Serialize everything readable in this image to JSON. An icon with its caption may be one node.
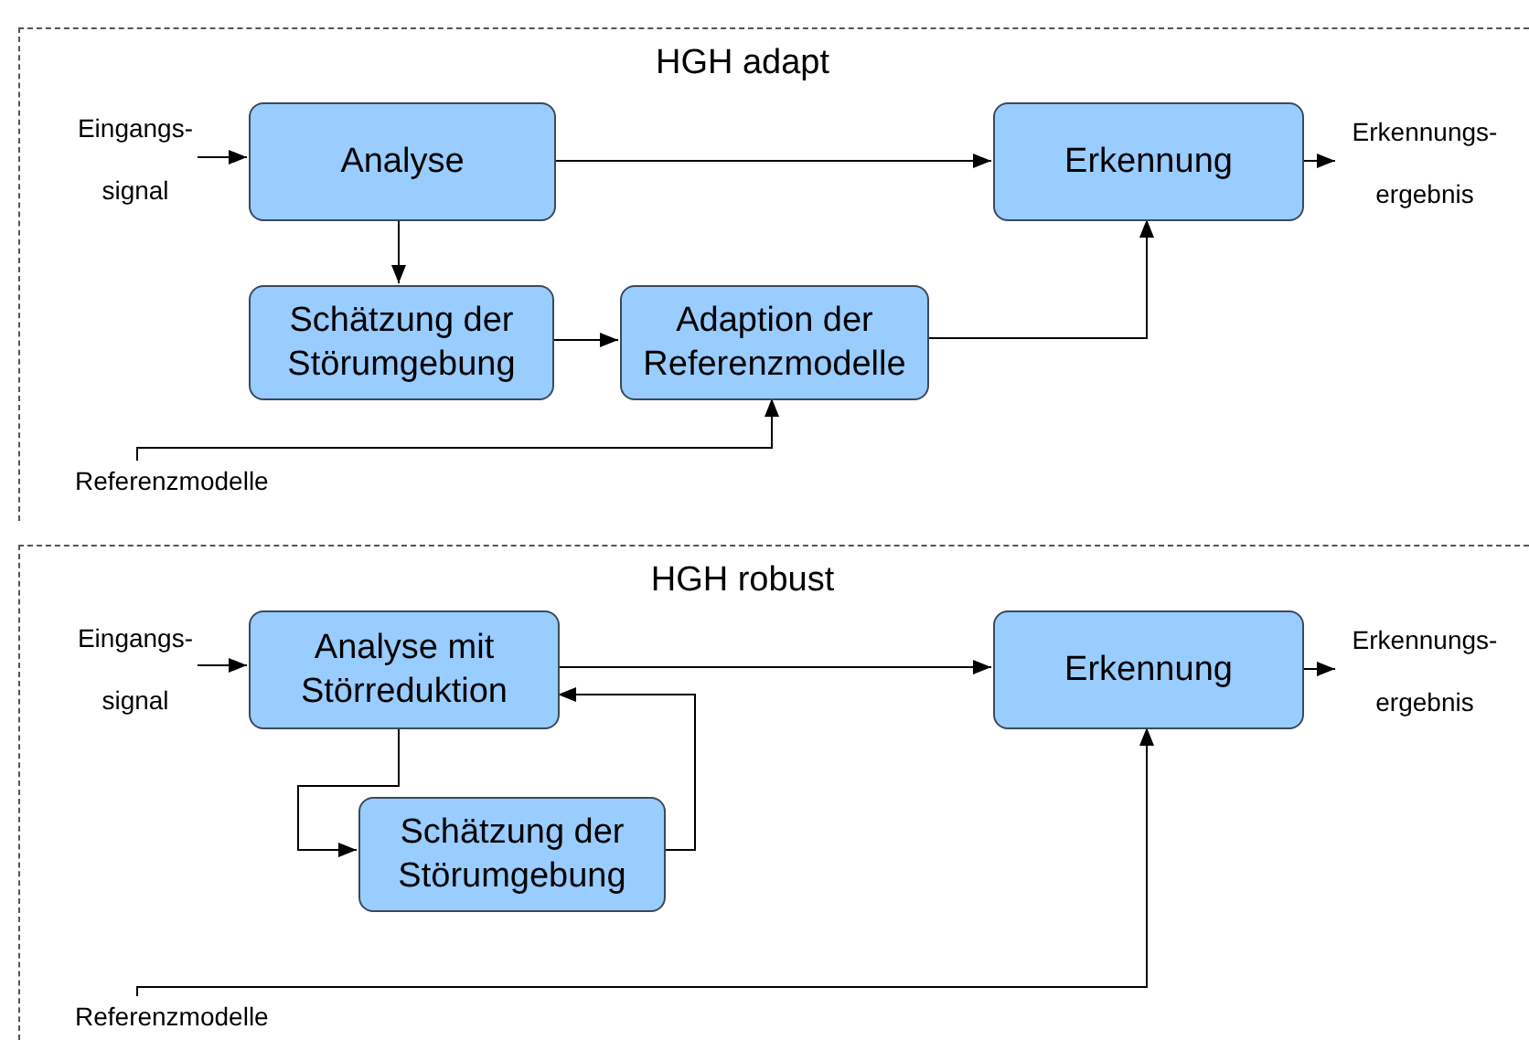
{
  "diagram": {
    "nodes": [
      {
        "text": [
          "HGH adapt"
        ]
      },
      {
        "text": [
          "Eingangs- signal"
        ],
        "in": 0
      },
      {
        "text": [
          "Analyse"
        ],
        "in": 0
      },
      {
        "text": [
          "Erkennung"
        ],
        "in": 0
      },
      {
        "text": [
          "Erkennungs- ergebnis"
        ],
        "in": 0
      },
      {
        "text": [
          "Schätzung der Störumgebung"
        ],
        "in": 0
      },
      {
        "text": [
          "Adaption der Referenzmodelle"
        ],
        "in": 0
      },
      {
        "text": [
          "Referenzmodelle"
        ],
        "in": 0
      },
      {
        "text": [
          "HGH robust"
        ]
      },
      {
        "text": [
          "Eingangs- signal"
        ],
        "in": 8
      },
      {
        "text": [
          "Analyse mit Störreduktion"
        ],
        "in": 8
      },
      {
        "text": [
          "Erkennung"
        ],
        "in": 8
      },
      {
        "text": [
          "Erkennungs- ergebnis"
        ],
        "in": 8
      },
      {
        "text": [
          "Schätzung der Störumgebung"
        ],
        "in": 8
      },
      {
        "text": [
          "Referenzmodelle"
        ],
        "in": 8
      }
    ],
    "edges": [
      {
        "from": 1,
        "to": 2,
        "arrow": "to"
      },
      {
        "from": 2,
        "to": 3,
        "arrow": "to"
      },
      {
        "from": 3,
        "to": 4,
        "arrow": "to"
      },
      {
        "from": 2,
        "to": 5,
        "arrow": "to"
      },
      {
        "from": 5,
        "to": 6,
        "arrow": "to"
      },
      {
        "from": 6,
        "to": 3,
        "arrow": "to"
      },
      {
        "from": 7,
        "to": 6,
        "arrow": "to"
      },
      {
        "from": 9,
        "to": 10,
        "arrow": "to"
      },
      {
        "from": 10,
        "to": 11,
        "arrow": "to"
      },
      {
        "from": 11,
        "to": 12,
        "arrow": "to"
      },
      {
        "from": 10,
        "to": 13,
        "arrow": "to"
      },
      {
        "from": 13,
        "to": 10,
        "arrow": "to"
      },
      {
        "from": 14,
        "to": 11,
        "arrow": "to"
      }
    ]
  }
}
